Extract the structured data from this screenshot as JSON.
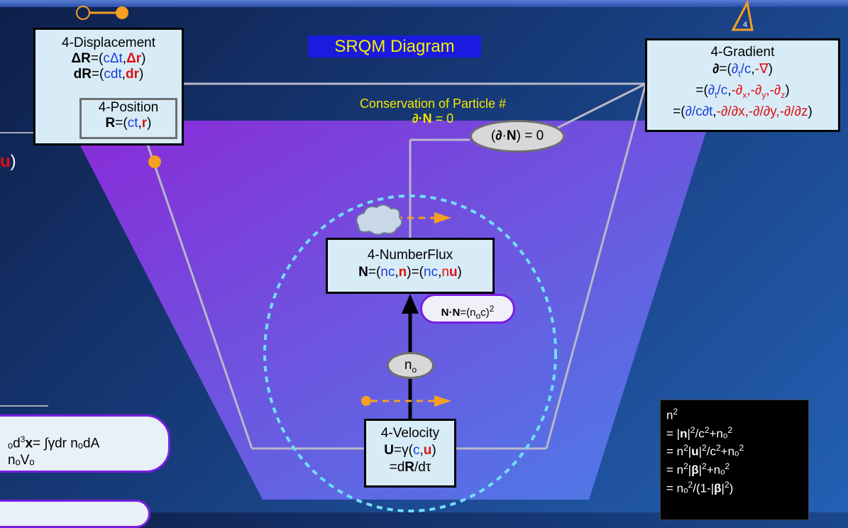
{
  "title": "SRQM Diagram",
  "conservation": {
    "line1": "Conservation of Particle #",
    "line2": "∂·N = 0"
  },
  "displacement": {
    "name": "4-Displacement"
  },
  "position": {
    "name": "4-Position"
  },
  "gradient": {
    "name": "4-Gradient"
  },
  "numberflux": {
    "name": "4-NumberFlux"
  },
  "velocity": {
    "name": "4-Velocity"
  },
  "divergence": "(∂·N) = 0",
  "invariant_label": "n",
  "triangle_label": "4",
  "black_box_title": "n",
  "colors": {
    "title_bg": "#1a1ae0",
    "title_text": "#f4f000",
    "orange": "#f5a020",
    "cyan": "#6fe0f8",
    "purple": "#7a1ee0"
  }
}
